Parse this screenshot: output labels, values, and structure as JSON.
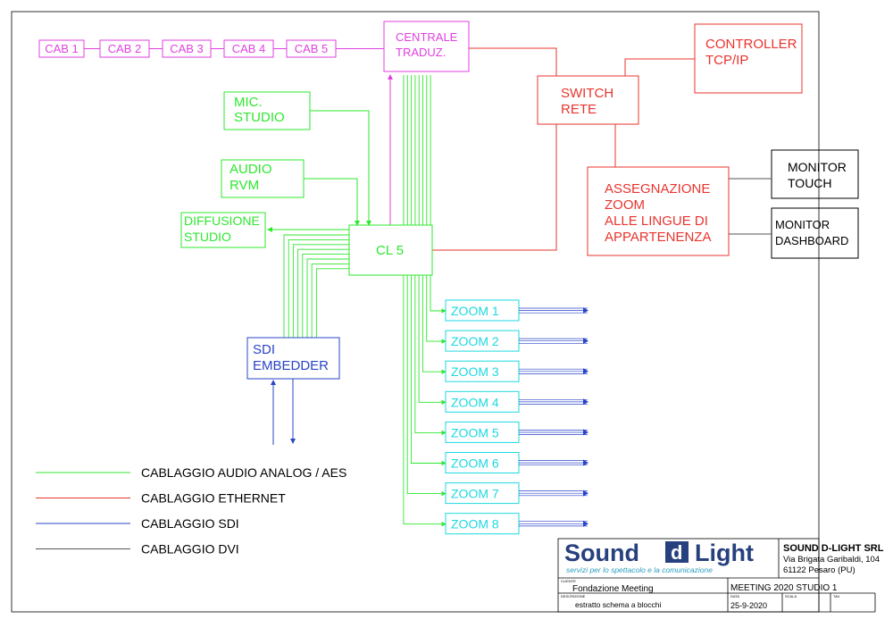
{
  "colors": {
    "audio": "#2ee82e",
    "ethernet": "#e8342e",
    "sdi": "#2a44c8",
    "dvi": "#555555",
    "translation": "#e040e0",
    "zoom": "#1ed8e0",
    "black": "#000000"
  },
  "cabins": [
    "CAB 1",
    "CAB 2",
    "CAB 3",
    "CAB 4",
    "CAB 5"
  ],
  "central": {
    "line1": "CENTRALE",
    "line2": "TRADUZ."
  },
  "controller": {
    "line1": "CONTROLLER",
    "line2": "TCP/IP"
  },
  "switch": {
    "line1": "SWITCH",
    "line2": "RETE"
  },
  "assign": {
    "line1": "ASSEGNAZIONE",
    "line2": "ZOOM",
    "line3": "ALLE LINGUE DI",
    "line4": "APPARTENENZA"
  },
  "monitor_touch": {
    "line1": "MONITOR",
    "line2": "TOUCH"
  },
  "monitor_dash": {
    "line1": "MONITOR",
    "line2": "DASHBOARD"
  },
  "mic": {
    "line1": "MIC.",
    "line2": "STUDIO"
  },
  "audio_rvm": {
    "line1": "AUDIO",
    "line2": "RVM"
  },
  "diffusion": {
    "line1": "DIFFUSIONE",
    "line2": "STUDIO"
  },
  "mixer": {
    "label": "CL 5"
  },
  "sdi": {
    "line1": "SDI",
    "line2": "EMBEDDER"
  },
  "zooms": [
    "ZOOM 1",
    "ZOOM 2",
    "ZOOM 3",
    "ZOOM 4",
    "ZOOM 5",
    "ZOOM 6",
    "ZOOM 7",
    "ZOOM 8"
  ],
  "legend": [
    {
      "label": "CABLAGGIO AUDIO ANALOG / AES",
      "color": "#2ee82e"
    },
    {
      "label": "CABLAGGIO ETHERNET",
      "color": "#e8342e"
    },
    {
      "label": "CABLAGGIO SDI",
      "color": "#2a44c8"
    },
    {
      "label": "CABLAGGIO DVI",
      "color": "#555555"
    }
  ],
  "title_block": {
    "logo_word1": "Sound",
    "logo_mark": "d",
    "logo_word2": "Light",
    "tagline": "servizi per lo spettacolo e la comunicazione",
    "company": "SOUND D-LIGHT SRL",
    "address1": "Via Brigata Garibaldi, 104",
    "address2": "61122 Pesaro (PU)",
    "client_caption": "CLIENTE",
    "client": "Fondazione Meeting",
    "project": "MEETING 2020 STUDIO 1",
    "desc_caption": "DESCRIZIONE",
    "desc": "estratto schema a blocchi",
    "date_caption": "DATA",
    "date": "25-9-2020",
    "scale_caption": "SCALA",
    "tav_caption": "TAV."
  }
}
